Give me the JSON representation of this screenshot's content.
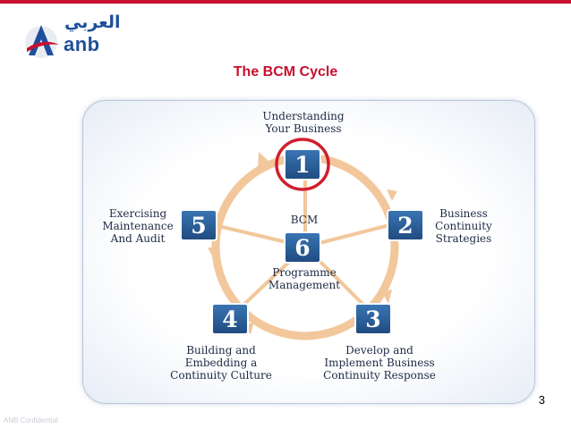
{
  "logo": {
    "arabic_text": "العربي",
    "latin_text": "anb"
  },
  "title": "The BCM Cycle",
  "diagram": {
    "center_top": "BCM",
    "center_number": "6",
    "center_bottom": [
      "Programme",
      "Management"
    ],
    "steps": [
      {
        "number": "1",
        "label": [
          "Understanding",
          "Your Business"
        ]
      },
      {
        "number": "2",
        "label": [
          "Business",
          "Continuity",
          "Strategies"
        ]
      },
      {
        "number": "3",
        "label": [
          "Develop and",
          "Implement Business",
          "Continuity Response"
        ]
      },
      {
        "number": "4",
        "label": [
          "Building and",
          "Embedding a",
          "Continuity Culture"
        ]
      },
      {
        "number": "5",
        "label": [
          "Exercising",
          "Maintenance",
          "And Audit"
        ]
      }
    ]
  },
  "slide_number": "3",
  "footer": "ANB Confidential",
  "colors": {
    "accent": "#c8102e",
    "box": "#2b5f98",
    "ring": "#f2c79b",
    "brand": "#1f4f9a"
  }
}
